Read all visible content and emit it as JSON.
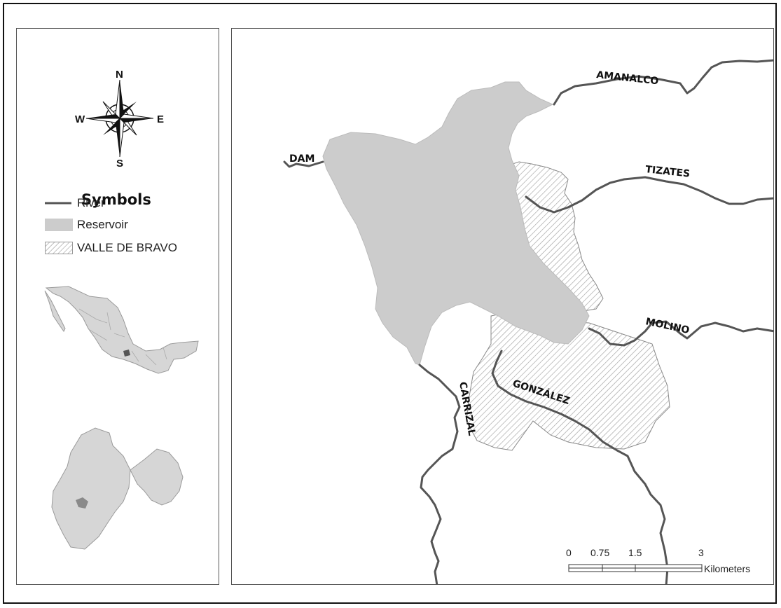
{
  "compass": {
    "north": "N",
    "south": "S",
    "east": "E",
    "west": "W",
    "icon": "compass-rose-icon"
  },
  "legend": {
    "title": "Symbols",
    "items": [
      {
        "label": "River",
        "symbol": "line",
        "color": "#555555"
      },
      {
        "label": "Reservoir",
        "symbol": "fill",
        "color": "#cccccc"
      },
      {
        "label": "VALLE DE BRAVO",
        "symbol": "hatch",
        "color": "#999999"
      }
    ]
  },
  "rivers": {
    "amanalco": "AMANALCO",
    "dam": "DAM",
    "tizates": "TIZATES",
    "molino": "MOLINO",
    "carrizal": "CARRIZAL",
    "gonzalez": "GONZÁLEZ"
  },
  "scale_bar": {
    "ticks": [
      "0",
      "0.75",
      "1.5",
      "3"
    ],
    "unit": "Kilometers"
  },
  "colors": {
    "river": "#555555",
    "reservoir": "#cccccc",
    "hatch": "#999999",
    "highlight_region": "#555555"
  }
}
